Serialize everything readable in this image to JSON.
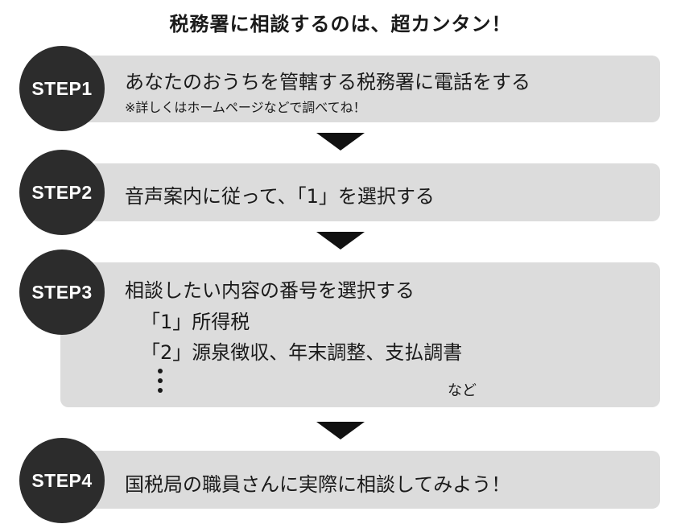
{
  "title": "税務署に相談するのは、超カンタン！",
  "steps": [
    {
      "label": "STEP1",
      "text": "あなたのおうちを管轄する税務署に電話をする",
      "note": "※詳しくはホームページなどで調べてね！"
    },
    {
      "label": "STEP2",
      "text": "音声案内に従って、「1」を選択する"
    },
    {
      "label": "STEP3",
      "text": "相談したい内容の番号を選択する",
      "items": [
        "「1」所得税",
        "「2」源泉徴収、年末調整、支払調書"
      ],
      "etc": "など"
    },
    {
      "label": "STEP4",
      "text": "国税局の職員さんに実際に相談してみよう！"
    }
  ],
  "colors": {
    "box": "#dcdcdc",
    "circle": "#2c2c2c",
    "arrow": "#111111",
    "text": "#1a1a1a"
  }
}
